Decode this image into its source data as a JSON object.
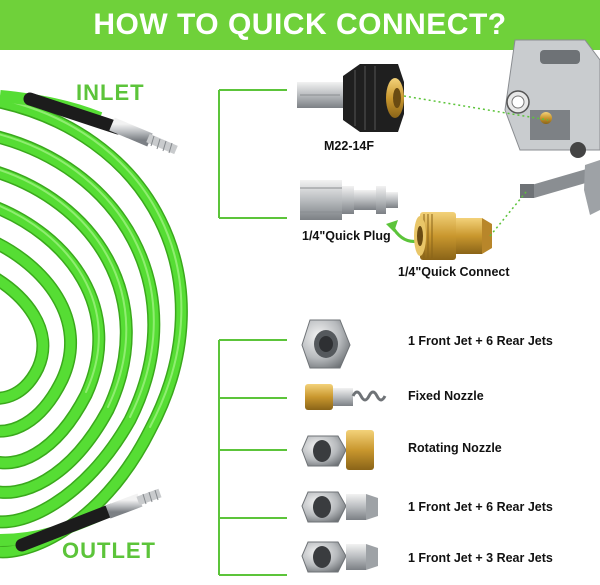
{
  "banner": {
    "title": "HOW TO QUICK CONNECT?"
  },
  "sections": {
    "inlet": "INLET",
    "outlet": "OUTLET"
  },
  "inlet_parts": [
    {
      "label": "M22-14F"
    },
    {
      "label": "1/4\"Quick Plug"
    },
    {
      "label": "1/4\"Quick Connect"
    }
  ],
  "outlet_parts": [
    {
      "label": "1 Front Jet + 6 Rear Jets"
    },
    {
      "label": "Fixed Nozzle"
    },
    {
      "label": "Rotating Nozzle"
    },
    {
      "label": "1 Front Jet + 6 Rear Jets"
    },
    {
      "label": "1 Front Jet + 3 Rear Jets"
    }
  ],
  "colors": {
    "accent": "#6fd13a",
    "hose": "#4fd82c",
    "label": "#5cc43a"
  }
}
